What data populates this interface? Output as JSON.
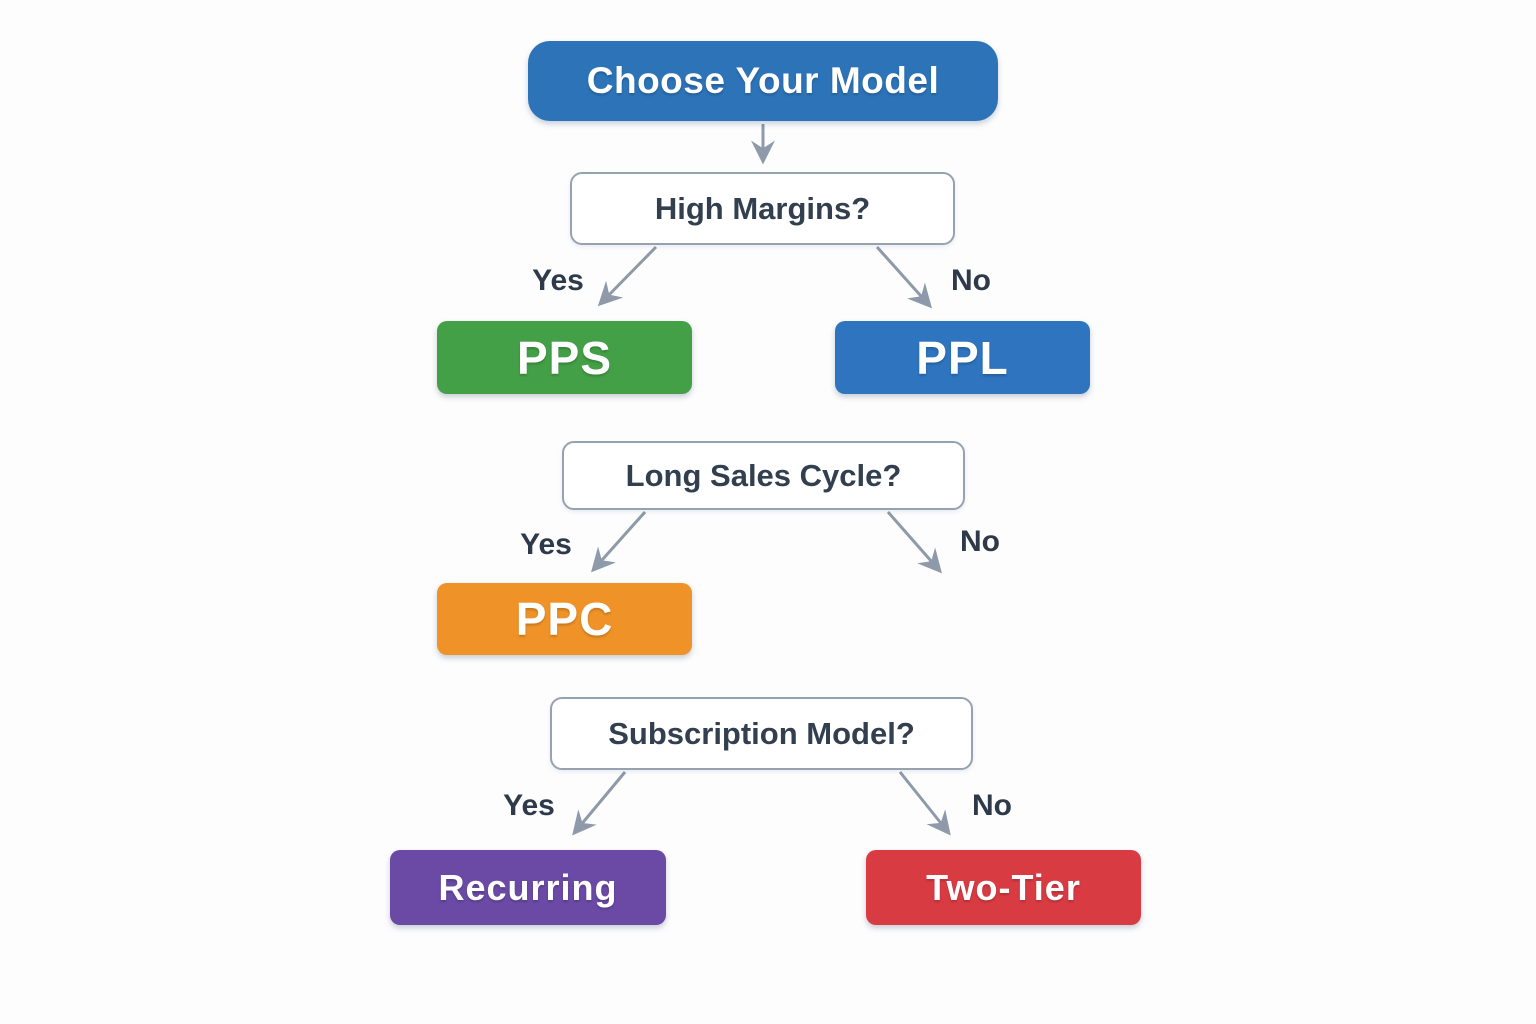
{
  "diagram": {
    "background_color": "#fdfdfe",
    "arrow_color": "#8e9aa9",
    "question_border_color": "#97a2b0",
    "question_text_color": "#323f4f",
    "edge_label_color": "#2e3a4a",
    "root": {
      "label": "Choose Your Model",
      "color": "#2d73b8"
    },
    "decisions": [
      {
        "question": "High Margins?",
        "yes_label": "Yes",
        "no_label": "No",
        "yes_target": {
          "label": "PPS",
          "color": "#43a046"
        },
        "no_target": {
          "label": "PPL",
          "color": "#2e74be"
        }
      },
      {
        "question": "Long Sales Cycle?",
        "yes_label": "Yes",
        "no_label": "No",
        "yes_target": {
          "label": "PPC",
          "color": "#ef9227"
        },
        "no_target": null
      },
      {
        "question": "Subscription Model?",
        "yes_label": "Yes",
        "no_label": "No",
        "yes_target": {
          "label": "Recurring",
          "color": "#6a4aa5"
        },
        "no_target": {
          "label": "Two-Tier",
          "color": "#d93b43"
        }
      }
    ]
  }
}
